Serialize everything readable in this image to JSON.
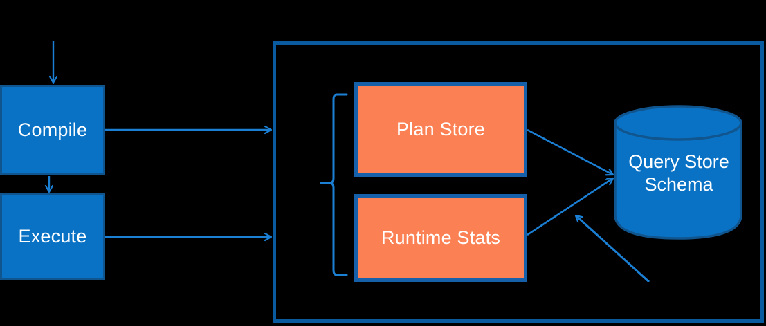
{
  "diagram": {
    "title": "Query Store architecture flow",
    "colors": {
      "background": "#000000",
      "blue_fill": "#0a72c4",
      "blue_stroke": "#11558f",
      "orange_fill": "#fb8154",
      "orange_stroke": "#1560a8",
      "connector": "#1b7fd4",
      "container_stroke": "#0a5aa0",
      "text": "#ffffff"
    },
    "nodes": {
      "compile": {
        "label": "Compile",
        "shape": "rectangle",
        "fill": "#0a72c4"
      },
      "execute": {
        "label": "Execute",
        "shape": "rectangle",
        "fill": "#0a72c4"
      },
      "plan_store": {
        "label": "Plan Store",
        "shape": "rectangle",
        "fill": "#fb8154"
      },
      "runtime_stats": {
        "label": "Runtime Stats",
        "shape": "rectangle",
        "fill": "#fb8154"
      },
      "query_store_schema": {
        "label": "Query Store\nSchema",
        "shape": "cylinder",
        "fill": "#0a72c4"
      }
    },
    "container": {
      "name": "query-store-container",
      "shape": "rectangle-outline",
      "stroke": "#0a5aa0"
    },
    "bracket": {
      "name": "in-memory-bracket",
      "orientation": "left-curly"
    },
    "connectors": [
      {
        "name": "input-to-compile",
        "from": "input",
        "to": "compile",
        "kind": "arrow",
        "direction": "down"
      },
      {
        "name": "compile-to-execute",
        "from": "compile",
        "to": "execute",
        "kind": "arrow",
        "direction": "down"
      },
      {
        "name": "compile-to-container",
        "from": "compile",
        "to": "query-store-container",
        "kind": "arrow",
        "direction": "right"
      },
      {
        "name": "execute-to-container",
        "from": "execute",
        "to": "query-store-container",
        "kind": "arrow",
        "direction": "right"
      },
      {
        "name": "plan-store-to-schema",
        "from": "plan_store",
        "to": "query_store_schema",
        "kind": "arrow",
        "direction": "right-down"
      },
      {
        "name": "runtime-stats-to-schema",
        "from": "runtime_stats",
        "to": "query_store_schema",
        "kind": "arrow",
        "direction": "right-up"
      },
      {
        "name": "external-to-schema",
        "from": "external",
        "to": "query_store_schema",
        "kind": "arrow",
        "direction": "up-left"
      }
    ]
  }
}
